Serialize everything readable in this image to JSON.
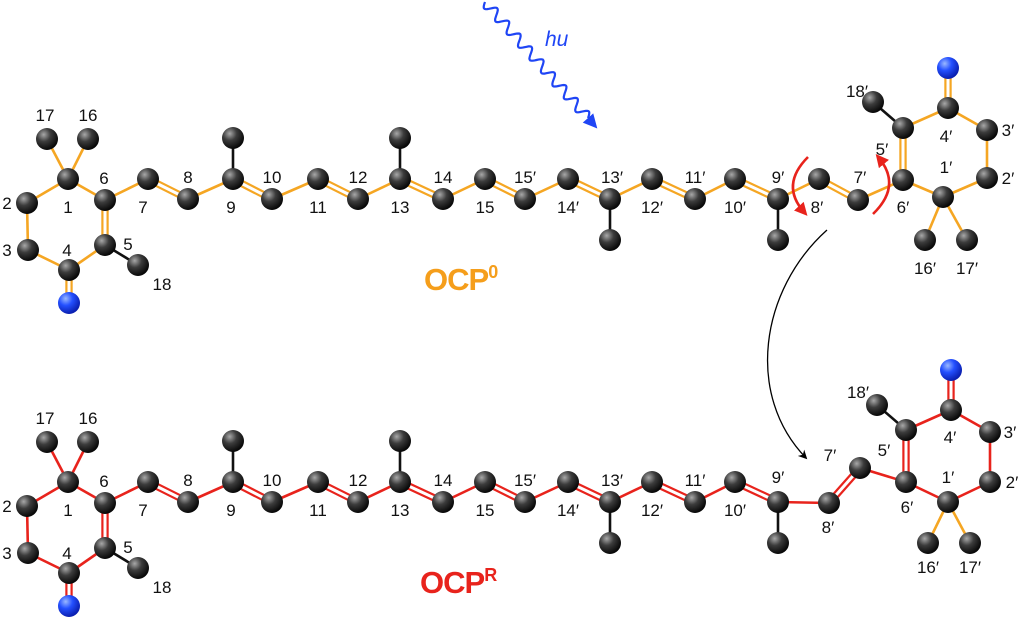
{
  "light": {
    "label": "hu",
    "color": "#1f45f5"
  },
  "states": [
    {
      "name": "OCP",
      "superscript": "0",
      "color": "#f59e1b"
    },
    {
      "name": "OCP",
      "superscript": "R",
      "color": "#e8231c"
    }
  ],
  "colors": {
    "orange_bond": "#f5a623",
    "red_bond": "#e8231c",
    "methyl_bond": "#111111",
    "carbon": "#222222",
    "oxygen": "#1f45f5",
    "rotation_arrow": "#e8231c",
    "transition_arrow": "#000000"
  },
  "atom_labels": {
    "C1": "1",
    "C2": "2",
    "C3": "3",
    "C4": "4",
    "C5": "5",
    "C6": "6",
    "C7": "7",
    "C8": "8",
    "C9": "9",
    "C10": "10",
    "C11": "11",
    "C12": "12",
    "C13": "13",
    "C14": "14",
    "C15": "15",
    "C16": "16",
    "C17": "17",
    "C18": "18",
    "C15p": "15′",
    "C14p": "14′",
    "C13p": "13′",
    "C12p": "12′",
    "C11p": "11′",
    "C10p": "10′",
    "C9p": "9′",
    "C8p": "8′",
    "C7p": "7′",
    "C6p": "6′",
    "C5p": "5′",
    "C4p": "4′",
    "C3p": "3′",
    "C2p": "2′",
    "C1p": "1′",
    "C16p": "16′",
    "C17p": "17′",
    "C18p": "18′"
  }
}
